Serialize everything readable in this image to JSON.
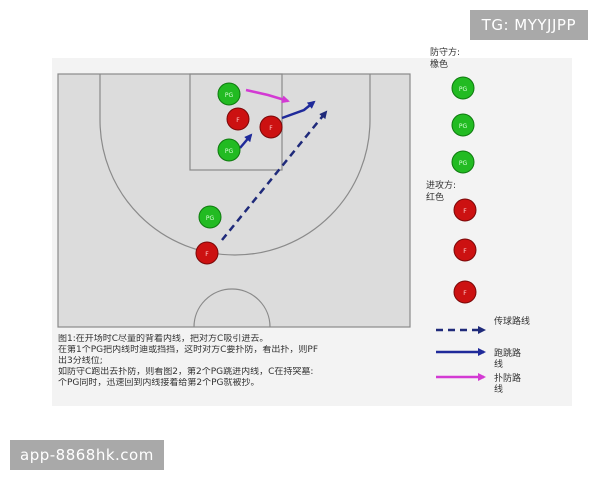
{
  "watermark_top": "TG: MYYJJPP",
  "watermark_bottom": "app-8868hk.com",
  "legend": {
    "defense_title_1": "防守方:",
    "defense_title_2": "橡色",
    "offense_title_1": "进攻方:",
    "offense_title_2": "红色",
    "pass_line_label": "传球路线",
    "cut_line_label_1": "跑跳路",
    "cut_line_label_2": "线",
    "steal_line_label_1": "扑防路",
    "steal_line_label_2": "线"
  },
  "caption": [
    "图1:在开场时C尽量的背着内线，把对方C吸引进去。",
    "在第1个PG把内线时迪或挡挡，这时对方C要扑防，看出扑，则PF",
    "出3分线位;",
    "如防守C跑出去扑防，则看图2，第2个PG跳进内线，C在持突墓:",
    "个PG同时，迅速回到内线接着给第2个PG就被抄。"
  ],
  "court": {
    "defender_label": "PG",
    "attacker_label": "F",
    "colors": {
      "defender": "#22bb22",
      "attacker": "#cc1111",
      "pass_arrow": "#1f2a7a",
      "cut_arrow": "#1f2a9a",
      "steal_arrow": "#d33ad3",
      "court_fill": "#dcdcdc",
      "lines": "#8a8a8a"
    }
  }
}
